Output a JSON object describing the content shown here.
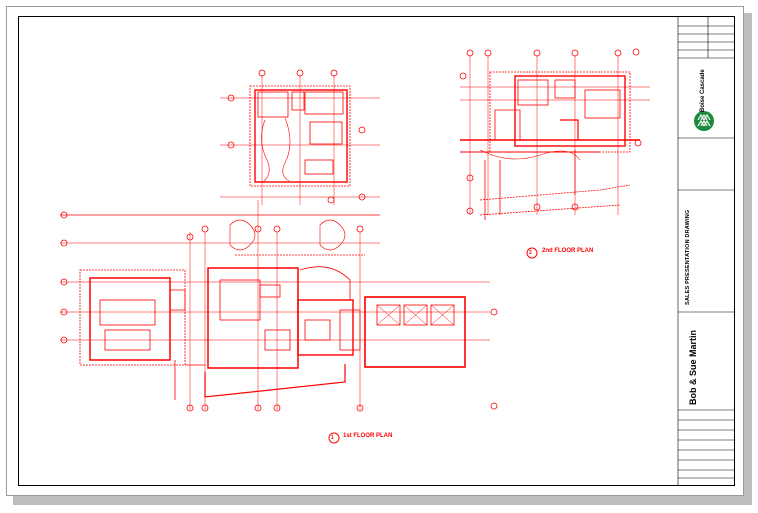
{
  "sheet": {
    "drawing_type": "SALES PRESENTATION DRAWING",
    "project_name": "Bob & Sue Martin",
    "brand": "Boise Cascade",
    "plans": [
      {
        "number": "1",
        "title": "1st FLOOR PLAN"
      },
      {
        "number": "2",
        "title": "2nd FLOOR PLAN"
      }
    ]
  },
  "colors": {
    "lines": "#ff0000",
    "frame": "#000000",
    "logo": "#1a8a3a"
  }
}
